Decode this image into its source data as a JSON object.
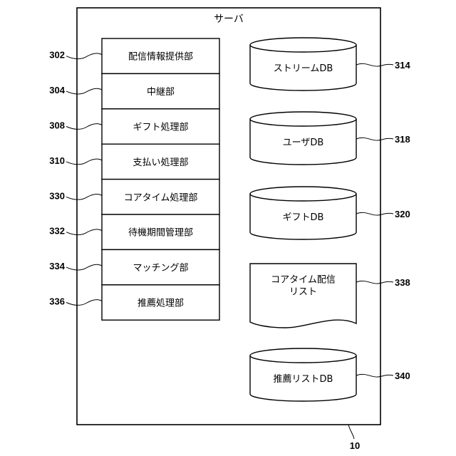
{
  "server": {
    "title": "サーバ",
    "ref": "10"
  },
  "modules": [
    {
      "label": "配信情報提供部",
      "ref": "302"
    },
    {
      "label": "中継部",
      "ref": "304"
    },
    {
      "label": "ギフト処理部",
      "ref": "308"
    },
    {
      "label": "支払い処理部",
      "ref": "310"
    },
    {
      "label": "コアタイム処理部",
      "ref": "330"
    },
    {
      "label": "待機期間管理部",
      "ref": "332"
    },
    {
      "label": "マッチング部",
      "ref": "334"
    },
    {
      "label": "推薦処理部",
      "ref": "336"
    }
  ],
  "stores": [
    {
      "kind": "database",
      "lines": [
        "ストリームDB"
      ],
      "ref": "314"
    },
    {
      "kind": "database",
      "lines": [
        "ユーザDB"
      ],
      "ref": "318"
    },
    {
      "kind": "database",
      "lines": [
        "ギフトDB"
      ],
      "ref": "320"
    },
    {
      "kind": "document",
      "lines": [
        "コアタイム配信",
        "リスト"
      ],
      "ref": "338"
    },
    {
      "kind": "database",
      "lines": [
        "推薦リストDB"
      ],
      "ref": "340"
    }
  ]
}
